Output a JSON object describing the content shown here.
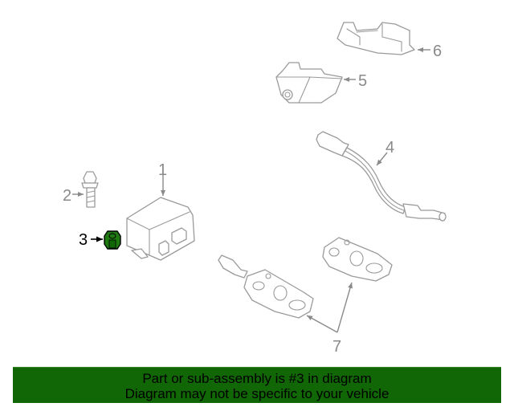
{
  "diagram": {
    "highlighted_part": "3",
    "highlight_color": "#116605",
    "callouts": [
      {
        "id": "1",
        "label": "1",
        "part": "control-module"
      },
      {
        "id": "2",
        "label": "2",
        "part": "bolt"
      },
      {
        "id": "3",
        "label": "3",
        "part": "nut"
      },
      {
        "id": "4",
        "label": "4",
        "part": "oxygen-sensor-wire-harness"
      },
      {
        "id": "5",
        "label": "5",
        "part": "camera-housing"
      },
      {
        "id": "6",
        "label": "6",
        "part": "bracket"
      },
      {
        "id": "7",
        "label": "7",
        "part": "key-fob-transmitters"
      }
    ]
  },
  "banner": {
    "line1": "Part or sub-assembly is #3 in diagram",
    "line2": "Diagram may not be specific to your vehicle",
    "background": "#116605"
  }
}
